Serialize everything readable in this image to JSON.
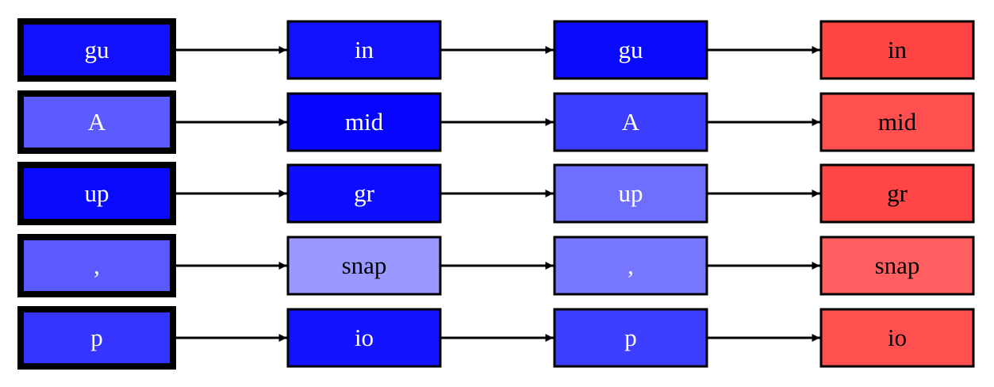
{
  "rows": [
    {
      "nodes": [
        {
          "label": "gu",
          "fill": "#1111ff",
          "text_color": "#ffffff"
        },
        {
          "label": "in",
          "fill": "#1111ff",
          "text_color": "#ffffff"
        },
        {
          "label": "gu",
          "fill": "#0a0aff",
          "text_color": "#ffffff"
        },
        {
          "label": "in",
          "fill": "#ff4444",
          "text_color": "#000000"
        }
      ]
    },
    {
      "nodes": [
        {
          "label": "A",
          "fill": "#5b5bff",
          "text_color": "#ffffff"
        },
        {
          "label": "mid",
          "fill": "#0606ff",
          "text_color": "#ffffff"
        },
        {
          "label": "A",
          "fill": "#3e3eff",
          "text_color": "#ffffff"
        },
        {
          "label": "mid",
          "fill": "#ff4f4f",
          "text_color": "#000000"
        }
      ]
    },
    {
      "nodes": [
        {
          "label": "up",
          "fill": "#0a0aff",
          "text_color": "#ffffff"
        },
        {
          "label": "gr",
          "fill": "#0d0dff",
          "text_color": "#ffffff"
        },
        {
          "label": "up",
          "fill": "#6f6fff",
          "text_color": "#ffffff"
        },
        {
          "label": "gr",
          "fill": "#ff4545",
          "text_color": "#000000"
        }
      ]
    },
    {
      "nodes": [
        {
          "label": ",",
          "fill": "#5a5aff",
          "text_color": "#ffffff"
        },
        {
          "label": "snap",
          "fill": "#9999ff",
          "text_color": "#000000"
        },
        {
          "label": ",",
          "fill": "#7777ff",
          "text_color": "#ffffff"
        },
        {
          "label": "snap",
          "fill": "#ff5f5f",
          "text_color": "#000000"
        }
      ]
    },
    {
      "nodes": [
        {
          "label": "p",
          "fill": "#3535ff",
          "text_color": "#ffffff"
        },
        {
          "label": "io",
          "fill": "#1313ff",
          "text_color": "#ffffff"
        },
        {
          "label": "p",
          "fill": "#3e3eff",
          "text_color": "#ffffff"
        },
        {
          "label": "io",
          "fill": "#ff5050",
          "text_color": "#000000"
        }
      ]
    }
  ]
}
